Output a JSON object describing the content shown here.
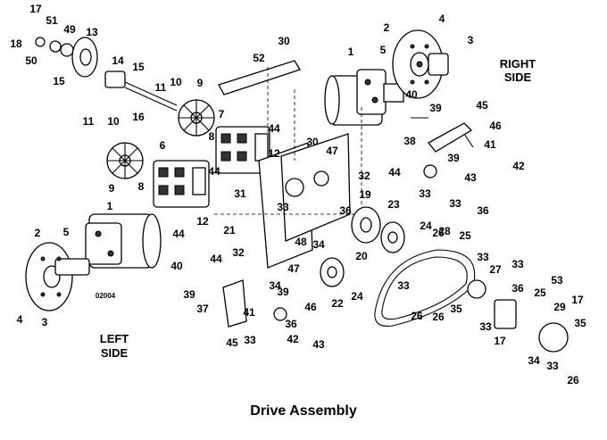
{
  "caption": "Drive Assembly",
  "right_side_label": [
    "RIGHT",
    "SIDE"
  ],
  "left_side_label": [
    "LEFT",
    "SIDE"
  ],
  "figure_code": "02004",
  "callouts": [
    "17",
    "51",
    "18",
    "50",
    "49",
    "15",
    "13",
    "14",
    "15",
    "16",
    "11",
    "10",
    "9",
    "52",
    "30",
    "7",
    "44",
    "8",
    "12",
    "11",
    "10",
    "9",
    "6",
    "8",
    "44",
    "31",
    "30",
    "47",
    "32",
    "12",
    "44",
    "21",
    "32",
    "48",
    "34",
    "34",
    "47",
    "33",
    "36",
    "1",
    "2",
    "4",
    "3",
    "5",
    "40",
    "39",
    "45",
    "46",
    "41",
    "42",
    "38",
    "39",
    "44",
    "33",
    "43",
    "33",
    "36",
    "19",
    "23",
    "24",
    "26",
    "25",
    "22",
    "24",
    "20",
    "1",
    "2",
    "5",
    "4",
    "3",
    "40",
    "44",
    "39",
    "37",
    "41",
    "45",
    "39",
    "46",
    "33",
    "42",
    "43",
    "36",
    "33",
    "27",
    "33",
    "36",
    "28",
    "26",
    "35",
    "33",
    "26",
    "25",
    "53",
    "17",
    "29",
    "33",
    "17",
    "34",
    "33",
    "35",
    "26",
    "26"
  ]
}
